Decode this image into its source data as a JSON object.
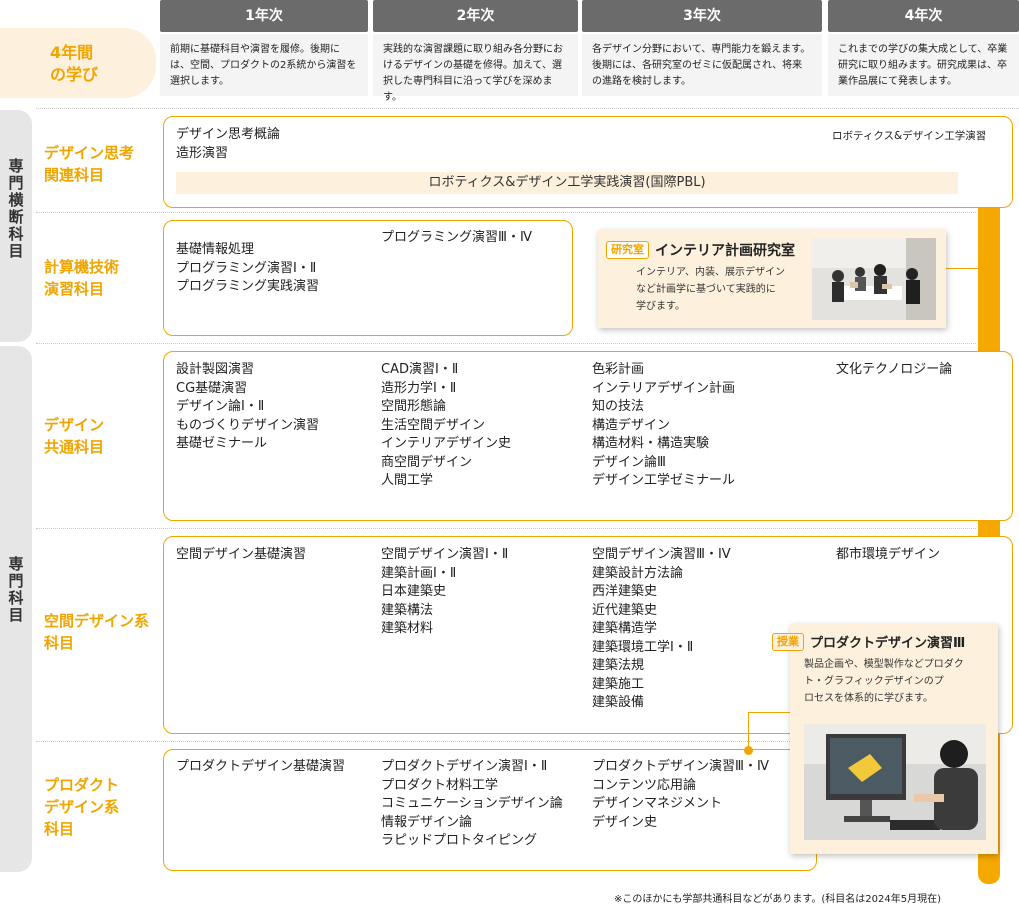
{
  "header": {
    "four_year": "4年間\nの学び",
    "years": [
      {
        "label": "1年次",
        "desc": "前期に基礎科目や演習を履修。後期には、空間、プロダクトの2系統から演習を選択します。"
      },
      {
        "label": "2年次",
        "desc": "実践的な演習課題に取り組み各分野におけるデザインの基礎を修得。加えて、選択した専門科目に沿って学びを深めます。"
      },
      {
        "label": "3年次",
        "desc": "各デザイン分野において、専門能力を鍛えます。後期には、各研究室のゼミに仮配属され、将来の進路を検討します。"
      },
      {
        "label": "4年次",
        "desc": "これまでの学びの集大成として、卒業研究に取り組みます。研究成果は、卒業作品展にて発表します。"
      }
    ]
  },
  "side_tabs": {
    "cross": "専門横断科目",
    "specialized": "専門科目"
  },
  "categories": {
    "design_thinking": {
      "label": "デザイン思考\n関連科目",
      "col1": "デザイン思考概論\n造形演習",
      "col4": "ロボティクス&デザイン工学演習",
      "bar": "ロボティクス&デザイン工学実践演習(国際PBL)"
    },
    "computing": {
      "label": "計算機技術\n演習科目",
      "col1": "基礎情報処理\nプログラミング演習Ⅰ・Ⅱ\nプログラミング実践演習",
      "col2": "プログラミング演習Ⅲ・Ⅳ"
    },
    "design_common": {
      "label": "デザイン\n共通科目",
      "col1": "設計製図演習\nCG基礎演習\nデザイン論Ⅰ・Ⅱ\nものづくりデザイン演習\n基礎ゼミナール",
      "col2": "CAD演習Ⅰ・Ⅱ\n造形力学Ⅰ・Ⅱ\n空間形態論\n生活空間デザイン\nインテリアデザイン史\n商空間デザイン\n人間工学",
      "col3": "色彩計画\nインテリアデザイン計画\n知の技法\n構造デザイン\n構造材料・構造実験\nデザイン論Ⅲ\nデザイン工学ゼミナール",
      "col4": "文化テクノロジー論"
    },
    "space_design": {
      "label": "空間デザイン系\n科目",
      "col1": "空間デザイン基礎演習",
      "col2": "空間デザイン演習Ⅰ・Ⅱ\n建築計画Ⅰ・Ⅱ\n日本建築史\n建築構法\n建築材料",
      "col3": "空間デザイン演習Ⅲ・ⅠV\n建築設計方法論\n西洋建築史\n近代建築史\n建築構造学\n建築環境工学Ⅰ・Ⅱ\n建築法規\n建築施工\n建築設備",
      "col4": "都市環境デザイン"
    },
    "product_design": {
      "label": "プロダクト\nデザイン系\n科目",
      "col1": "プロダクトデザイン基礎演習",
      "col2": "プロダクトデザイン演習Ⅰ・Ⅱ\nプロダクト材料工学\nコミュニケーションデザイン論\n情報デザイン論\nラピッドプロトタイピング",
      "col3": "プロダクトデザイン演習Ⅲ・Ⅳ\nコンテンツ応用論\nデザインマネジメント\nデザイン史"
    }
  },
  "cards": {
    "lab": {
      "tag": "研究室",
      "title": "インテリア計画研究室",
      "desc": "インテリア、内装、展示デザイン\nなど計画学に基づいて実践的に\n学びます。"
    },
    "class": {
      "tag": "授業",
      "title": "プロダクトデザイン演習Ⅲ",
      "desc": "製品企画や、模型製作などプロダク\nト・グラフィックデザインのプ\nロセスを体系的に学びます。"
    }
  },
  "footnote": "※このほかにも学部共通科目などがあります。(科目名は2024年5月現在)",
  "colors": {
    "accent": "#f0a500",
    "bar": "#f5a800",
    "header_gray": "#6b6b6b",
    "card_bg": "#fdf1dd"
  }
}
